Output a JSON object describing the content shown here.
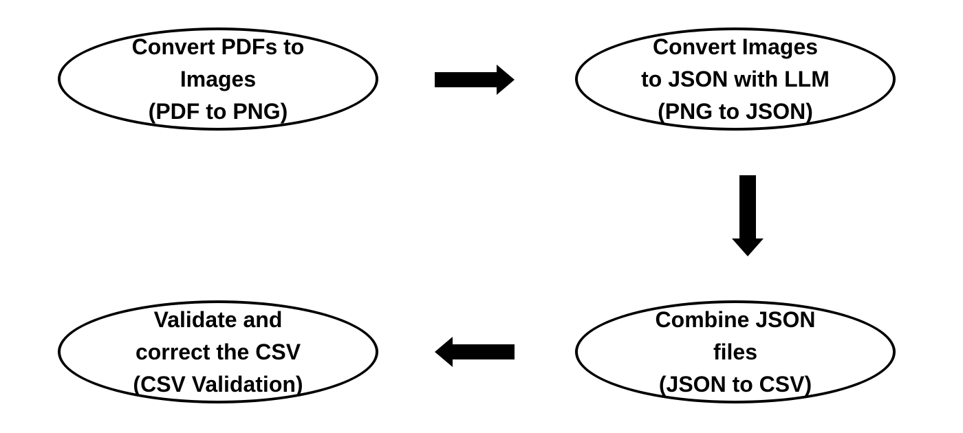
{
  "nodes": [
    {
      "id": "step-1",
      "lines": [
        "Convert PDFs to",
        "Images",
        "(PDF to PNG)"
      ]
    },
    {
      "id": "step-2",
      "lines": [
        "Convert Images",
        "to JSON with LLM",
        "(PNG to JSON)"
      ]
    },
    {
      "id": "step-3",
      "lines": [
        "Combine JSON",
        "files",
        "(JSON to CSV)"
      ]
    },
    {
      "id": "step-4",
      "lines": [
        "Validate and",
        "correct the CSV",
        "(CSV Validation)"
      ]
    }
  ],
  "edges": [
    {
      "from": "step-1",
      "to": "step-2",
      "direction": "right"
    },
    {
      "from": "step-2",
      "to": "step-3",
      "direction": "down"
    },
    {
      "from": "step-3",
      "to": "step-4",
      "direction": "left"
    }
  ],
  "colors": {
    "stroke": "#000000",
    "fill": "#ffffff",
    "text": "#000000",
    "arrow": "#000000"
  }
}
